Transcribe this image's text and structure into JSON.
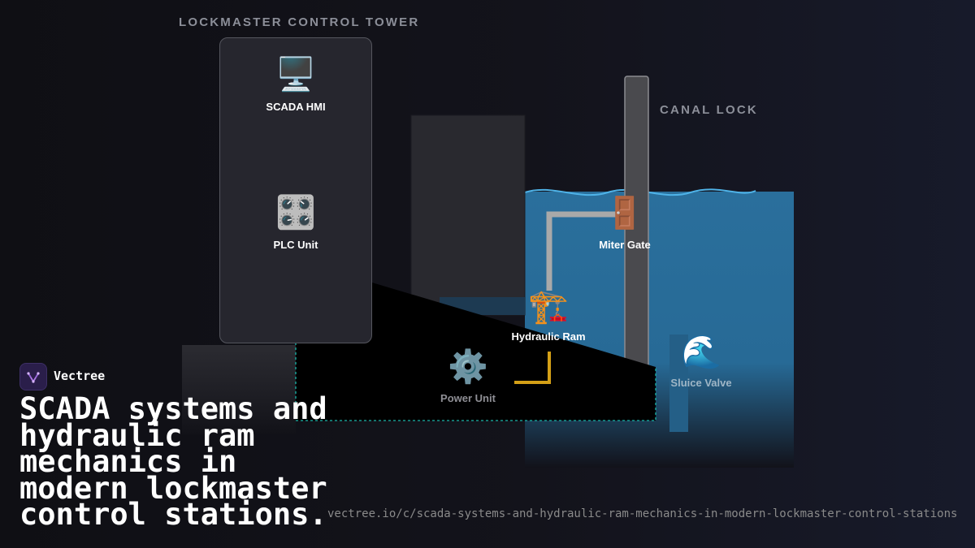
{
  "diagram": {
    "tower_label": "LOCKMASTER CONTROL TOWER",
    "canal_label": "CANAL LOCK",
    "nodes": {
      "scada_hmi": {
        "icon": "desktop-computer-icon",
        "glyph": "🖥️",
        "label": "SCADA HMI"
      },
      "plc_unit": {
        "icon": "control-knobs-icon",
        "glyph": "🎛️",
        "label": "PLC Unit"
      },
      "miter_gate": {
        "icon": "door-icon",
        "glyph": "🚪",
        "label": "Miter Gate"
      },
      "hydraulic_ram": {
        "icon": "construction-crane-icon",
        "glyph": "🏗️",
        "label": "Hydraulic Ram"
      },
      "power_unit": {
        "icon": "gear-icon",
        "glyph": "⚙️",
        "label": "Power Unit"
      },
      "sluice_valve": {
        "icon": "water-wave-icon",
        "glyph": "🌊",
        "label": "Sluice Valve"
      }
    },
    "colors": {
      "water": "#2a6f9c",
      "water_surface": "#4fb3e8",
      "hydraulic_line": "#d4a017",
      "linkage": "#a9a9a9",
      "selection_outline": "#19b5a8"
    }
  },
  "brand": {
    "name": "Vectree",
    "logo_icon": "vectree-logo-icon",
    "headline": "SCADA systems and hydraulic ram mechanics in modern lockmaster control stations.",
    "url": "vectree.io/c/scada-systems-and-hydraulic-ram-mechanics-in-modern-lockmaster-control-stations"
  }
}
